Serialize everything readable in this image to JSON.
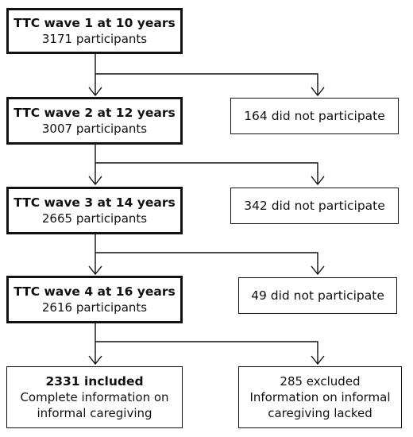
{
  "waves": [
    {
      "title": "TTC wave 1 at 10 years",
      "count": "3171 participants"
    },
    {
      "title": "TTC wave 2 at 12 years",
      "count": "3007 participants"
    },
    {
      "title": "TTC wave 3 at 14 years",
      "count": "2665 participants"
    },
    {
      "title": "TTC wave 4 at 16 years",
      "count": "2616 participants"
    }
  ],
  "dropouts": [
    "164 did not participate",
    "342 did not participate",
    "49 did not participate"
  ],
  "included": {
    "title": "2331 included",
    "line2": "Complete information on",
    "line3": "informal caregiving"
  },
  "excluded": {
    "title": "285 excluded",
    "line2": "Information on informal",
    "line3": "caregiving lacked"
  }
}
